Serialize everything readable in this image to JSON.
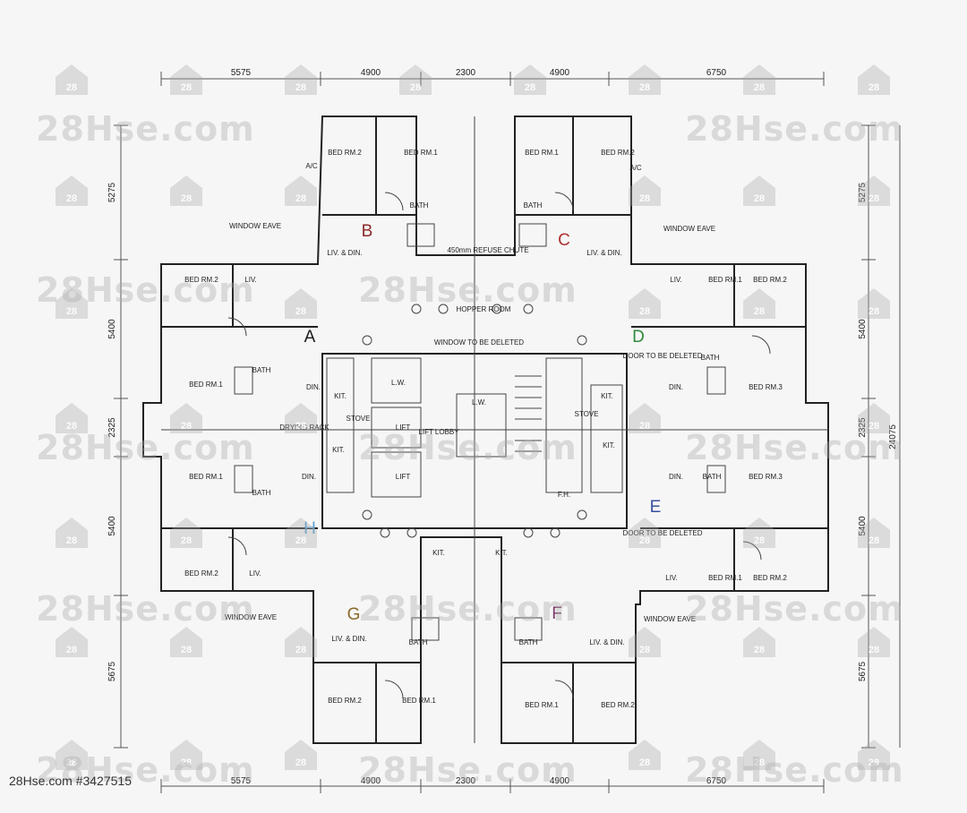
{
  "dimensions": {
    "top": [
      "5575",
      "4900",
      "2300",
      "4900",
      "6750"
    ],
    "bottom": [
      "5575",
      "4900",
      "2300",
      "4900",
      "6750"
    ],
    "left": [
      "5275",
      "5400",
      "2325",
      "5400",
      "5675"
    ],
    "right": [
      "5275",
      "5400",
      "2325",
      "5400",
      "5675"
    ],
    "overall_right": "24075"
  },
  "units": [
    {
      "letter": "A",
      "color": "#1a1a1a"
    },
    {
      "letter": "B",
      "color": "#8b2a2a"
    },
    {
      "letter": "C",
      "color": "#b03030"
    },
    {
      "letter": "D",
      "color": "#2e8b3a"
    },
    {
      "letter": "E",
      "color": "#3b4fa0"
    },
    {
      "letter": "F",
      "color": "#7a3a6a"
    },
    {
      "letter": "G",
      "color": "#8a6a2a"
    },
    {
      "letter": "H",
      "color": "#5aa0d0"
    }
  ],
  "labels": {
    "bed_rm_1": "BED RM.1",
    "bed_rm_2": "BED RM.2",
    "bed_rm_3": "BED RM.3",
    "liv_din": "LIV. & DIN.",
    "liv": "LIV.",
    "din": "DIN.",
    "bath": "BATH",
    "kit": "KIT.",
    "window_eave": "WINDOW EAVE",
    "window_deleted": "WINDOW TO BE DELETED",
    "lift": "LIFT",
    "lift_lobby": "LIFT LOBBY",
    "lw": "L.W.",
    "stove": "STOVE",
    "door_deleted": "DOOR TO BE DELETED",
    "refuse": "450mm REFUSE CHUTE",
    "hopper": "HOPPER ROOM",
    "fh": "F.H.",
    "ac": "A/C",
    "drying_rack": "DRYING RACK"
  },
  "watermark": {
    "text": "28Hse.com",
    "badge": "28"
  },
  "footer": "28Hse.com #3427515"
}
